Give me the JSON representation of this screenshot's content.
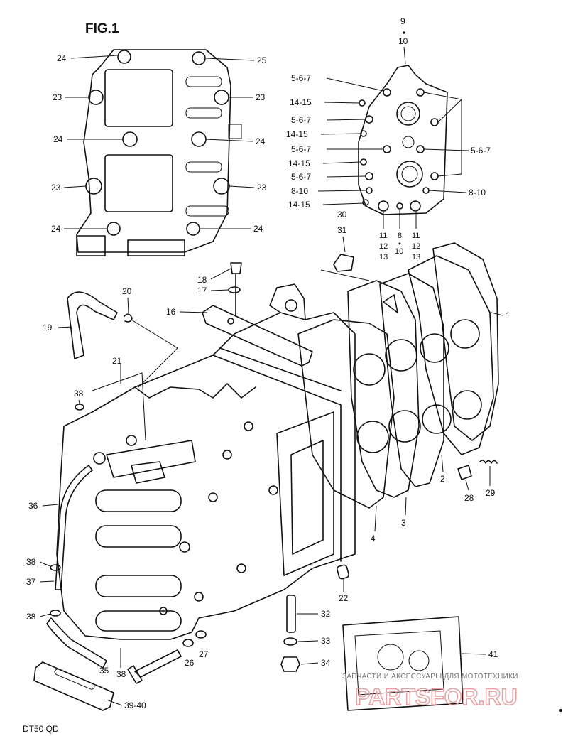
{
  "figure": {
    "title": "FIG.1",
    "model": "DT50 QD"
  },
  "watermark": {
    "text": "ЗАПЧАСТИ И АКСЕССУАРЫ ДЛЯ МОТОТЕХНИКИ",
    "logo": "PARTSFOR.RU"
  },
  "callouts": {
    "c1": "1",
    "c2": "2",
    "c3": "3",
    "c4": "4",
    "c9": "9",
    "c10": "10",
    "c16": "16",
    "c17": "17",
    "c18": "18",
    "c19": "19",
    "c20": "20",
    "c21": "21",
    "c22": "22",
    "c23a": "23",
    "c23b": "23",
    "c23c": "23",
    "c23d": "23",
    "c24a": "24",
    "c24b": "24",
    "c24c": "24",
    "c24d": "24",
    "c24e": "24",
    "c25": "25",
    "c26": "26",
    "c27": "27",
    "c28": "28",
    "c29": "29",
    "c30": "30",
    "c31": "31",
    "c32": "32",
    "c33": "33",
    "c34": "34",
    "c35": "35",
    "c36": "36",
    "c37": "37",
    "c38a": "38",
    "c38b": "38",
    "c38c": "38",
    "c38d": "38",
    "c39": "39-40",
    "c41": "41",
    "cover_567a": "5-6-7",
    "cover_567b": "5-6-7",
    "cover_567c": "5-6-7",
    "cover_567d": "5-6-7",
    "cover_567e": "5-6-7",
    "cover_1415a": "14-15",
    "cover_1415b": "14-15",
    "cover_1415c": "14-15",
    "cover_1415d": "14-15",
    "cover_810a": "8-10",
    "cover_810b": "8-10",
    "b11a": "11",
    "b12a": "12",
    "b13a": "13",
    "b8": "8",
    "b10": "10",
    "b11b": "11",
    "b12b": "12",
    "b13b": "13"
  }
}
